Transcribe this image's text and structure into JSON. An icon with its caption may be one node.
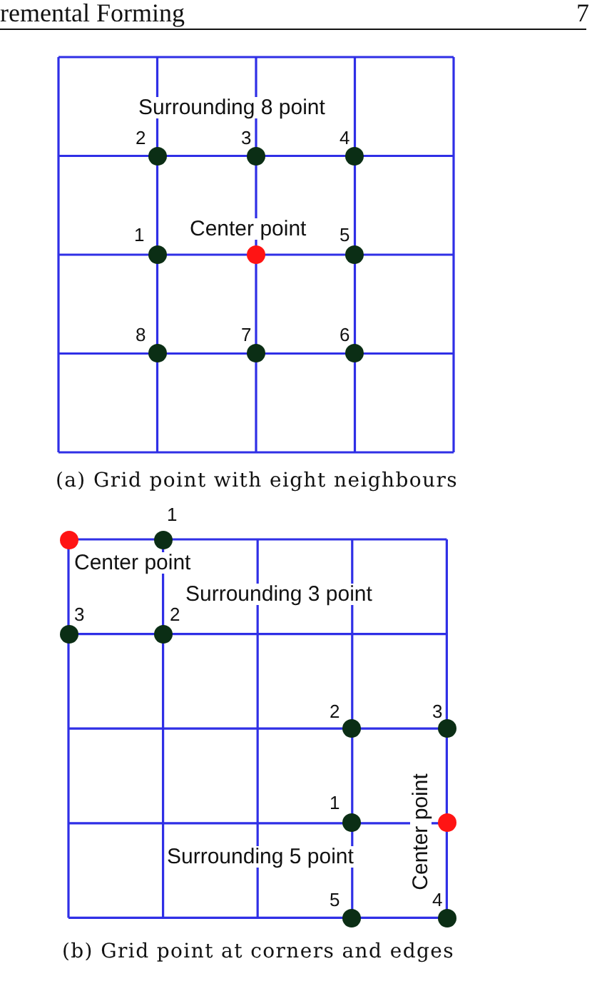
{
  "diagram": {
    "labels": [
      "remental Forming",
      "7",
      "Surrounding 8 point",
      "2",
      "3",
      "4",
      "1",
      "Center point",
      "5",
      "8",
      "7",
      "6",
      "(a) Grid point with eight neighbours",
      "1",
      "Center point",
      "Surrounding 3 point",
      "3",
      "2",
      "2",
      "3",
      "1",
      "Center point",
      "Surrounding 5 point",
      "5",
      "4",
      "(b) Grid point at corners and edges"
    ]
  }
}
